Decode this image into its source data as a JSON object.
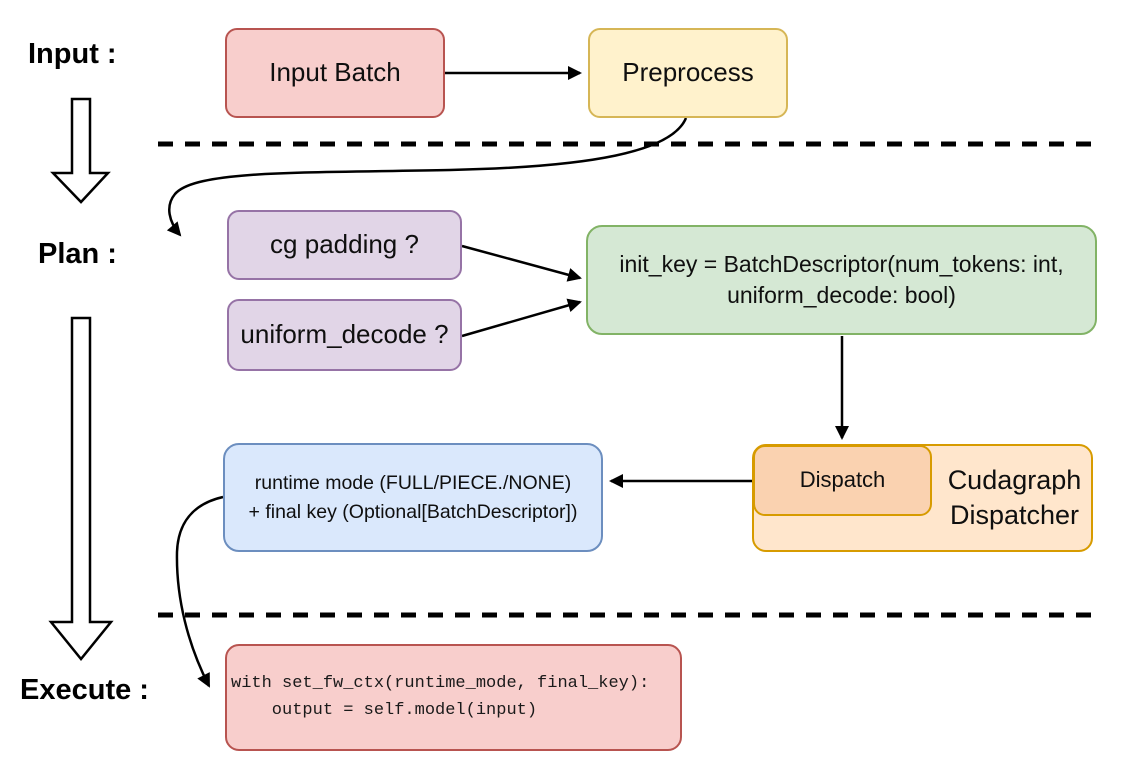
{
  "section_labels": {
    "input": "Input :",
    "plan": "Plan :",
    "execute": "Execute :"
  },
  "nodes": {
    "input_batch": "Input Batch",
    "preprocess": "Preprocess",
    "cg_padding": "cg padding ?",
    "uniform_decode": "uniform_decode ?",
    "init_key_line1": "init_key = BatchDescriptor(num_tokens: int,",
    "init_key_line2": "uniform_decode: bool)",
    "dispatch": "Dispatch",
    "dispatcher_line1": "Cudagraph",
    "dispatcher_line2": "Dispatcher",
    "runtime_line1": "runtime mode (FULL/PIECE./NONE)",
    "runtime_line2": "+ final key (Optional[BatchDescriptor])",
    "code_line1": "with set_fw_ctx(runtime_mode, final_key):",
    "code_line2": "    output = self.model(input)"
  },
  "colors": {
    "red_fill": "#f8cecc",
    "red_border": "#b85450",
    "yellow_fill": "#fff2cc",
    "yellow_border": "#d6b656",
    "purple_fill": "#e1d5e7",
    "purple_border": "#9673a6",
    "green_fill": "#d5e8d4",
    "green_border": "#82b366",
    "orange_fill": "#ffe6cc",
    "orange_inner_fill": "#fad2b0",
    "orange_border": "#d79b00",
    "blue_fill": "#dae8fc",
    "blue_border": "#6c8ebf",
    "line": "#000000"
  }
}
